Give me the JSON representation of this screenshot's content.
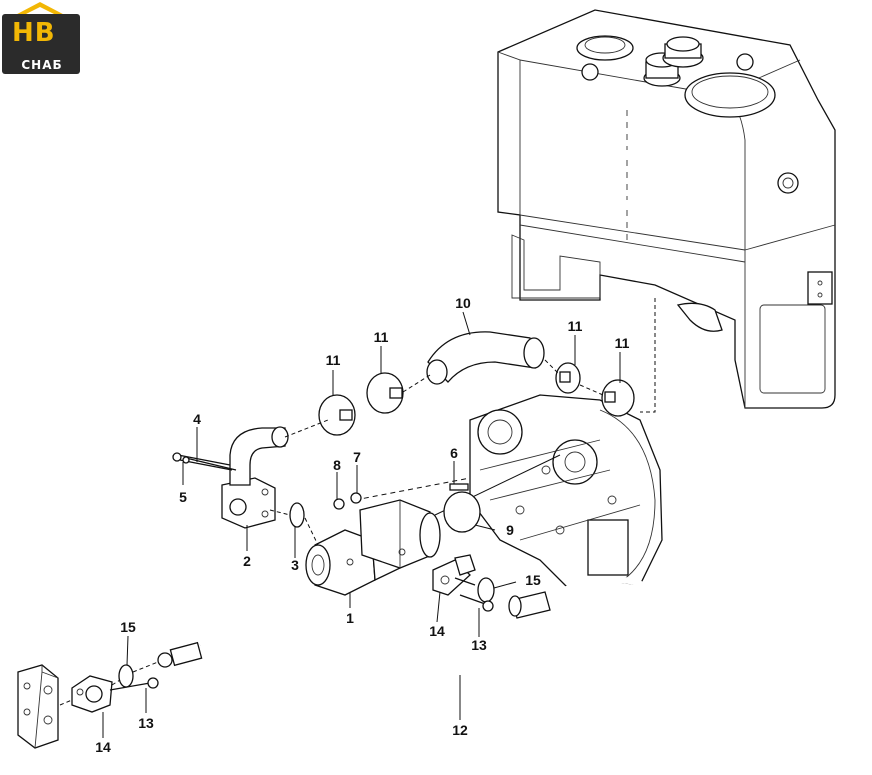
{
  "logo": {
    "brand": "HB",
    "tagline": "СНАБ"
  },
  "callouts": {
    "c1": "1",
    "c2": "2",
    "c3": "3",
    "c4": "4",
    "c5": "5",
    "c6": "6",
    "c7": "7",
    "c8": "8",
    "c9": "9",
    "c10": "10",
    "c11a": "11",
    "c11b": "11",
    "c11c": "11",
    "c11d": "11",
    "c12": "12",
    "c13a": "13",
    "c13b": "13",
    "c14a": "14",
    "c14b": "14",
    "c15a": "15",
    "c15b": "15"
  },
  "colors": {
    "logo_bg": "#2b2b2b",
    "logo_accent": "#f2b705",
    "line": "#111111"
  }
}
